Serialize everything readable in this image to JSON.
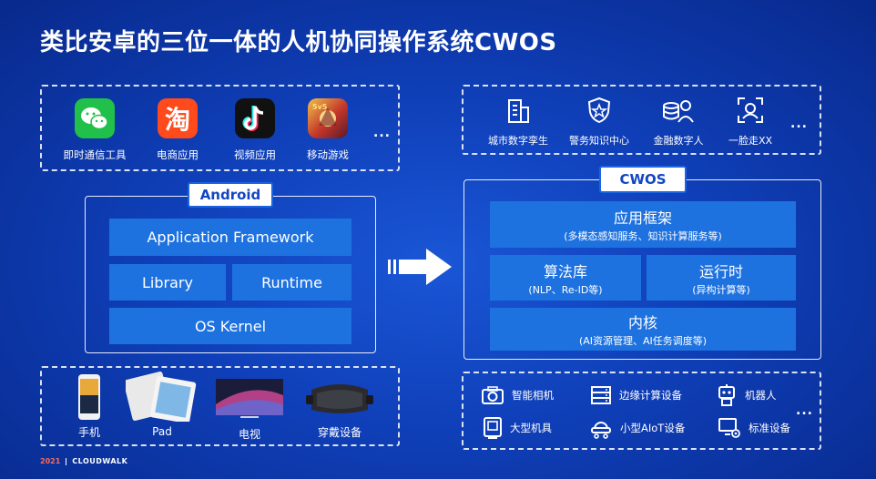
{
  "title": "类比安卓的三位一体的人机协同操作系统CWOS",
  "left": {
    "apps": [
      {
        "label": "即时通信工具",
        "icon": "wechat-icon"
      },
      {
        "label": "电商应用",
        "icon": "taobao-icon",
        "glyph": "淘"
      },
      {
        "label": "视频应用",
        "icon": "tiktok-icon"
      },
      {
        "label": "移动游戏",
        "icon": "game-icon"
      }
    ],
    "more": "...",
    "android_label": "Android",
    "layers": {
      "app_framework": "Application Framework",
      "library": "Library",
      "runtime": "Runtime",
      "kernel": "OS Kernel"
    },
    "devices": [
      {
        "label": "手机",
        "icon": "phone-icon"
      },
      {
        "label": "Pad",
        "icon": "tablet-icon"
      },
      {
        "label": "电视",
        "icon": "tv-icon"
      },
      {
        "label": "穿戴设备",
        "icon": "vr-headset-icon"
      }
    ]
  },
  "right": {
    "scenarios": [
      {
        "label": "城市数字孪生",
        "icon": "building-icon"
      },
      {
        "label": "警务知识中心",
        "icon": "police-badge-icon"
      },
      {
        "label": "金融数字人",
        "icon": "finance-person-icon"
      },
      {
        "label": "一脸走XX",
        "icon": "face-scan-icon"
      }
    ],
    "more": "...",
    "cwos_label": "CWOS",
    "layers": {
      "framework": "应用框架",
      "framework_sub": "(多模态感知服务、知识计算服务等)",
      "algo": "算法库",
      "algo_sub": "(NLP、Re-ID等)",
      "runtime": "运行时",
      "runtime_sub": "(异构计算等)",
      "kernel": "内核",
      "kernel_sub": "(AI资源管理、AI任务调度等)"
    },
    "hardware": [
      {
        "label": "智能相机",
        "icon": "camera-icon"
      },
      {
        "label": "边缘计算设备",
        "icon": "server-icon"
      },
      {
        "label": "机器人",
        "icon": "robot-icon"
      },
      {
        "label": "大型机具",
        "icon": "machine-icon"
      },
      {
        "label": "小型AIoT设备",
        "icon": "aiot-icon"
      },
      {
        "label": "标准设备",
        "icon": "standard-device-icon"
      }
    ]
  },
  "footer": {
    "year": "2021",
    "brand": "CLOUDWALK"
  },
  "colors": {
    "accent_block": "#1e72e0",
    "background": "#0f3fb8",
    "year": "#ff6a5a"
  }
}
